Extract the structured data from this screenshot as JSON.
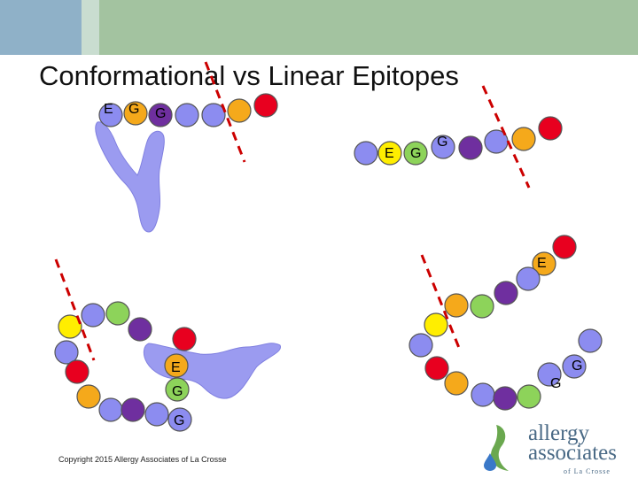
{
  "slide": {
    "title": "Conformational vs Linear Epitopes",
    "copyright": "Copyright 2015 Allergy Associates of La Crosse"
  },
  "labels": {
    "e": "E",
    "g": "G"
  },
  "logo": {
    "line1": "allergy",
    "line2": "associates",
    "line3": "of La Crosse"
  },
  "colors": {
    "header_green": "#a3c3a0",
    "header_blue": "#8fb1c8",
    "antibody": "#9b9bf0",
    "bead_blue": "#8c8cf0",
    "bead_orange": "#f5a91b",
    "bead_red": "#e8001f",
    "bead_purple": "#6f2f9f",
    "bead_green": "#8dd35a",
    "bead_yellow": "#ffee00",
    "cut_line": "#cc0000"
  }
}
